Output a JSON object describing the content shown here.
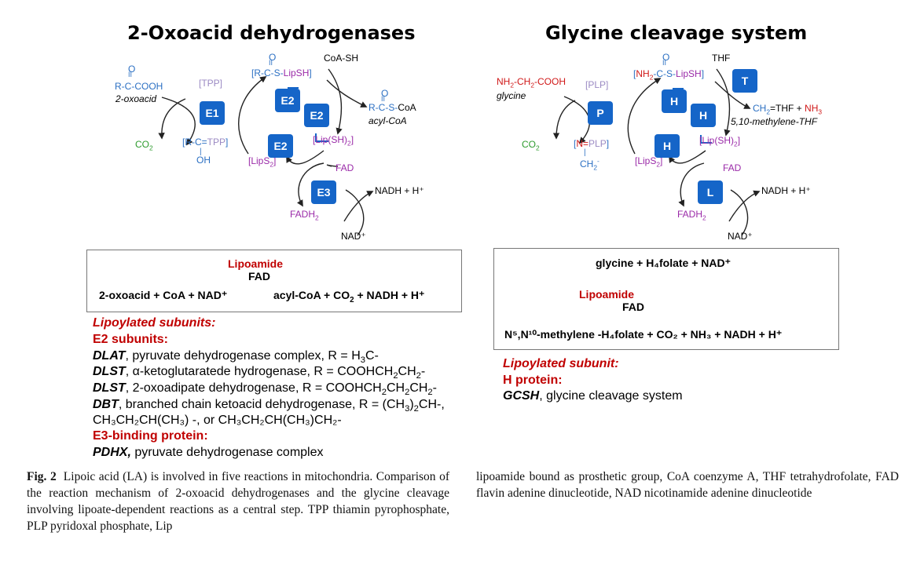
{
  "left": {
    "title": "2-Oxoacid dehydrogenases",
    "oxoacid_o": "O",
    "oxoacid_bond": "II",
    "oxoacid": "R-C-COOH",
    "oxoacid_name": "2-oxoacid",
    "tpp": "[TPP]",
    "co2": "CO",
    "co2_sub": "2",
    "rctpp_l": "[R-C=",
    "rctpp_tpp": "TPP",
    "rctpp_r": "]",
    "oh": "OH",
    "rcslipsh_o": "O",
    "rcslipsh_bond": "II",
    "rcslipsh_l": "[R-C-S-",
    "rcslipsh_lip": "LipSH",
    "rcslipsh_r": "]",
    "coash": "CoA-SH",
    "acylcoa_o": "O",
    "acylcoa_bond": "II",
    "acylcoa": "R-C-S-CoA",
    "acylcoa_name": "acyl-CoA",
    "lipsh2": "[Lip(SH)",
    "lipsh2_sub": "2",
    "lipsh2_r": "]",
    "lips2": "[LipS",
    "lips2_sub": "2",
    "lips2_r": "]",
    "fad": "FAD",
    "fadh2": "FADH",
    "fadh2_sub": "2",
    "nadh": "NADH + H⁺",
    "nad": "NAD⁺",
    "e1": "E1",
    "e2a": "E2",
    "e2b": "E2",
    "e2c": "E2",
    "e3": "E3",
    "box_lipoamide": "Lipoamide",
    "box_fad": "FAD",
    "box_left": "2-oxoacid + CoA + NAD⁺",
    "box_right1": "acyl-CoA + CO",
    "box_right_sub": "2",
    "box_right2": " + NADH  +  H⁺",
    "lipoylated": "Lipoylated subunits:",
    "e2subunits": "E2 subunits:",
    "dlat_gene": "DLAT",
    "dlat_text": ", pyruvate dehydrogenase complex, R = H",
    "dlat_sub": "3",
    "dlat_end": "C-",
    "dlst1_gene": "DLST",
    "dlst1_text": ", α-ketoglutaratede hydrogenase, R = COOHCH",
    "dlst1_sub1": "2",
    "dlst1_mid": "CH",
    "dlst1_sub2": "2",
    "dlst1_end": "-",
    "dlst2_gene": "DLST",
    "dlst2_text": ", 2-oxoadipate dehydrogenase, R = COOHCH",
    "dlst2_sub1": "2",
    "dlst2_mid1": "CH",
    "dlst2_sub2": "2",
    "dlst2_mid2": "CH",
    "dlst2_sub3": "2",
    "dlst2_end": "-",
    "dbt_gene": "DBT",
    "dbt_text": ", branched chain ketoacid dehydrogenase, R = (CH",
    "dbt_sub1": "3",
    "dbt_end": ")",
    "dbt_sub2": "2",
    "dbt_end2": "CH-,",
    "dbt_line2": "CH₃CH₂CH(CH₃) -, or CH₃CH₂CH(CH₃)CH₂-",
    "e3binding": "E3-binding protein:",
    "pdhx_gene": "PDHX,",
    "pdhx_text": " pyruvate dehydrogenase complex"
  },
  "right": {
    "title": "Glycine  cleavage  system",
    "glycine_a": "NH",
    "glycine_sub1": "2",
    "glycine_b": "-CH",
    "glycine_sub2": "2",
    "glycine_c": "-COOH",
    "glycine_name": "glycine",
    "plp": "[PLP]",
    "co2": "CO",
    "co2_sub": "2",
    "nplp_l": "[",
    "nplp_n": "N=",
    "nplp_plp": "PLP",
    "nplp_r": "]",
    "ch2": "CH",
    "ch2_sub": "2",
    "ch2_sup": "-",
    "nh2c_o": "O",
    "nh2c_bond": "II",
    "nh2c_l": "[",
    "nh2c_nh": "NH",
    "nh2c_sub": "2",
    "nh2c_mid": "-C-S-",
    "nh2c_lip": "LipSH",
    "nh2c_r": "]",
    "thf": "THF",
    "ch2thf_a": "CH",
    "ch2thf_sub": "2",
    "ch2thf_b": "=THF + ",
    "ch2thf_nh": "NH",
    "ch2thf_nhsub": "3",
    "methylene": "5,10-methylene-THF",
    "lipsh2": "[Lip(SH)",
    "lipsh2_sub": "2",
    "lipsh2_r": "]",
    "lips2": "[LipS",
    "lips2_sub": "2",
    "lips2_r": "]",
    "fad": "FAD",
    "fadh2": "FADH",
    "fadh2_sub": "2",
    "nadh": "NADH + H⁺",
    "nad": "NAD⁺",
    "p": "P",
    "t": "T",
    "h1": "H",
    "h2": "H",
    "h3": "H",
    "l": "L",
    "box_top": "glycine +  H₄folate  + NAD⁺",
    "box_lipoamide": "Lipoamide",
    "box_fad": "FAD",
    "box_bottom": "N⁵,N¹⁰-methylene -H₄folate + CO₂ + NH₃  + NADH +  H⁺",
    "lipoylated": "Lipoylated subunit:",
    "hprotein": "H protein:",
    "gcsh_gene": "GCSH",
    "gcsh_text": ", glycine cleavage system"
  },
  "caption": {
    "fig": "Fig. 2",
    "col1": "Lipoic acid (LA) is involved in five reactions in mitochondria. Comparison of the reaction mechanism of 2-oxoacid dehydrogenases and the glycine cleavage involving lipoate-dependent reactions as a central step. TPP thiamin pyrophosphate, PLP pyridoxal phosphate, Lip",
    "col2": "lipoamide bound as prosthetic group, CoA coenzyme A, THF tetrahydrofolate, FAD flavin adenine dinucleotide, NAD nicotinamide adenine dinucleotide"
  },
  "colors": {
    "enzyme_box": "#1565c8",
    "chem_blue": "#2c70c3",
    "chem_red": "#d01818",
    "chem_green": "#2e9b2e",
    "chem_purple": "#9a2aa8",
    "heading_red": "#c00000"
  }
}
